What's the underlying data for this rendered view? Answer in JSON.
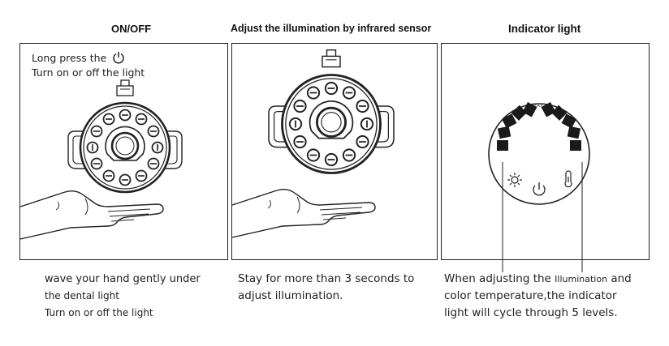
{
  "sections": [
    {
      "title": "ON/OFF",
      "panel_text": [
        "Long press the",
        "Turn on or off the light"
      ],
      "caption": [
        "wave your hand gently under",
        "the dental light",
        "Turn on or off the light"
      ]
    },
    {
      "title": "Adjust the illumination by infrared sensor",
      "caption": [
        "Stay for more than 3 seconds to",
        "adjust illumination."
      ]
    },
    {
      "title": "Indicator light",
      "dial_label": "MAX",
      "caption_parts": {
        "before": "When adjusting the ",
        "small": "Illumination",
        "after": " and"
      },
      "caption": [
        "color temperature,the indicator",
        "light will cycle through 5 levels."
      ]
    }
  ],
  "icons": [
    "power-icon",
    "brightness-icon",
    "thermometer-icon"
  ]
}
